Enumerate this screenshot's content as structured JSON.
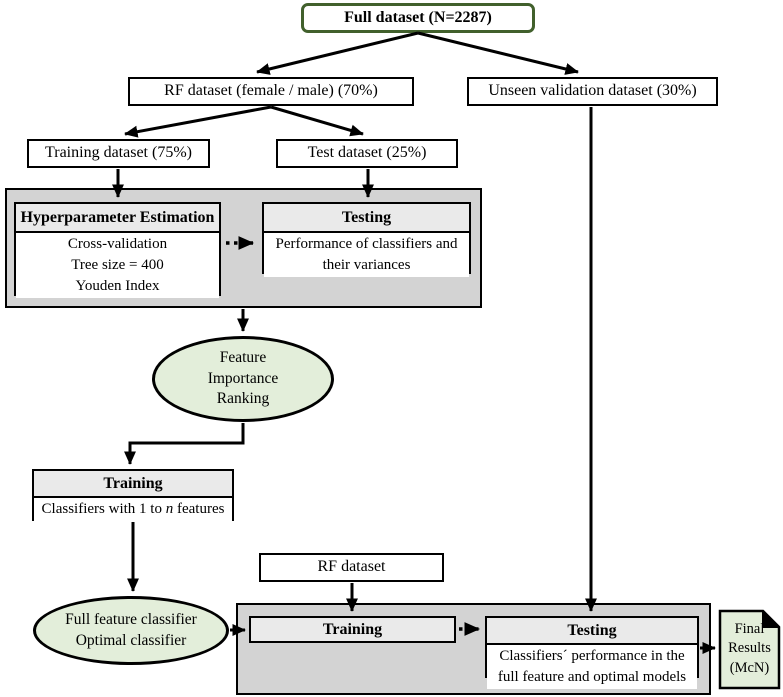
{
  "diagram": {
    "type": "flowchart",
    "nodes": {
      "full_dataset": {
        "label": "Full dataset (N=2287)"
      },
      "rf_dataset": {
        "label": "RF dataset (female / male) (70%)"
      },
      "unseen_validation": {
        "label": "Unseen validation dataset (30%)"
      },
      "training_dataset": {
        "label": "Training dataset (75%)"
      },
      "test_dataset": {
        "label": "Test dataset (25%)"
      },
      "hyperparameter_estimation": {
        "header": "Hyperparameter Estimation",
        "lines": [
          "Cross-validation",
          "Tree size = 400",
          "Youden Index"
        ]
      },
      "testing_cv": {
        "header": "Testing",
        "body": "Performance of classifiers and their variances"
      },
      "feature_importance": {
        "lines": [
          "Feature",
          "Importance",
          "Ranking"
        ]
      },
      "training_features": {
        "header": "Training",
        "body_prefix": "Classifiers with 1 to ",
        "body_var": "n",
        "body_suffix": " features"
      },
      "classifiers_ellipse": {
        "lines": [
          "Full feature classifier",
          "Optimal classifier"
        ]
      },
      "rf_dataset_small": {
        "label": "RF dataset"
      },
      "training_final": {
        "header": "Training"
      },
      "testing_final": {
        "header": "Testing",
        "body": "Classifiers´ performance in the full feature and optimal models"
      },
      "final_results": {
        "lines": [
          "Final",
          "Results",
          "(McN)"
        ]
      }
    },
    "colors": {
      "panel_gray": "#d3d3d3",
      "header_gray": "#eaeaea",
      "node_green": "#e3eeda",
      "dataset_border_green": "#41602c",
      "line_black": "#000000"
    }
  }
}
